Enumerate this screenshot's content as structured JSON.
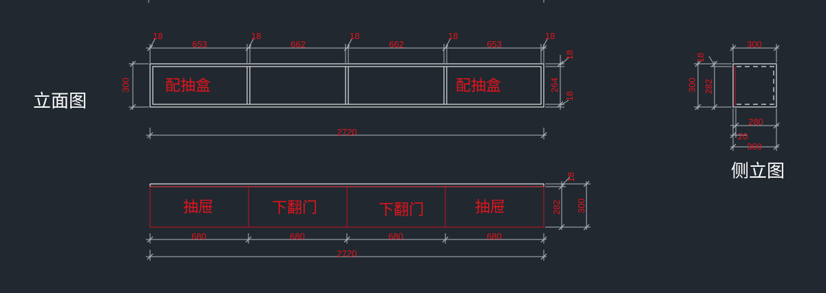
{
  "labels": {
    "front_view": "立面图",
    "side_view": "侧立图"
  },
  "upper": {
    "top_dims": [
      "18",
      "653",
      "18",
      "662",
      "18",
      "662",
      "18",
      "653",
      "18"
    ],
    "height": "300",
    "inner_height": "264",
    "top_board": "18",
    "bottom_board": "18",
    "total": "2720",
    "left_label": "配抽盒",
    "right_label": "配抽盒"
  },
  "lower": {
    "doors": [
      "抽屉",
      "下翻门",
      "下翻门",
      "抽屉"
    ],
    "widths": [
      "680",
      "680",
      "680",
      "680"
    ],
    "total": "2720",
    "height": "300",
    "inner_height": "282",
    "top_board": "18"
  },
  "side": {
    "width": "300",
    "height": "300",
    "inner_height": "282",
    "top_board": "18",
    "inner_depth": "280",
    "back": "20",
    "depth": "300"
  },
  "colors": {
    "background": "#212830",
    "dimension_text": "#e4141c",
    "cabinet_line": "#e6e6e6",
    "front_line": "#d01020",
    "dimension_line": "#b4b9bf"
  }
}
